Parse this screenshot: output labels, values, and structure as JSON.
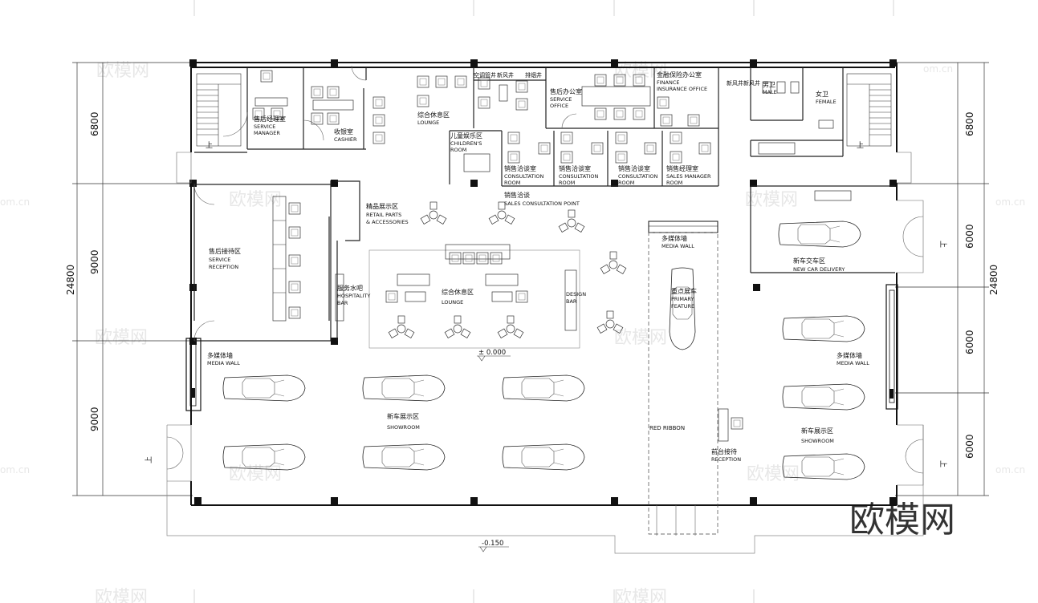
{
  "dimensions": {
    "left_total": "24800",
    "left_top": "6800",
    "left_mid": "9000",
    "left_bottom": "9000",
    "right_total": "24800",
    "right_top": "6800",
    "right_r2": "6000",
    "right_r3": "6000",
    "right_r4": "6000"
  },
  "levels": {
    "floor": "± 0.000",
    "outside": "-0.150"
  },
  "up_marker": "上",
  "rooms": {
    "service_manager": {
      "zh": "售后经理室",
      "en1": "SERVICE",
      "en2": "MANAGER"
    },
    "cashier": {
      "zh": "收银室",
      "en": "CASHIER"
    },
    "lounge_top": {
      "zh": "综合休息区",
      "en": "LOUNGE"
    },
    "equip1": "空调管井",
    "equip2": "新风井",
    "equip3": "排烟井",
    "service_office": {
      "zh": "售后办公室",
      "en1": "SERVICE",
      "en2": "OFFICE"
    },
    "finance": {
      "zh": "金融保险办公室",
      "en1": "FINANCE",
      "en2": "INSURANCE OFFICE"
    },
    "equip4": "新风井新风井",
    "male_wc": {
      "zh": "男卫",
      "en": "MALE"
    },
    "female_wc": {
      "zh": "女卫",
      "en": "FEMALE"
    },
    "children": {
      "zh": "儿童娱乐区",
      "en1": "CHILDREN'S",
      "en2": "ROOM"
    },
    "consult1": {
      "zh": "销售洽谈室",
      "en1": "CONSULTATION",
      "en2": "ROOM"
    },
    "consult2": {
      "zh": "销售洽谈室",
      "en1": "CONSULTATION",
      "en2": "ROOM"
    },
    "consult3": {
      "zh": "销售洽谈室",
      "en1": "CONSULTATION",
      "en2": "ROOM"
    },
    "sales_manager": {
      "zh": "销售经理室",
      "en1": "SALES MANAGER",
      "en2": "ROOM"
    },
    "sales_point": {
      "zh": "销售洽谈",
      "en": "SALES CONSULTATION POINT"
    },
    "retail": {
      "zh": "精品展示区",
      "en1": "RETAIL PARTS",
      "en2": "& ACCESSORIES"
    },
    "service_reception": {
      "zh": "售后接待区",
      "en1": "SERVICE",
      "en2": "RECEPTION"
    },
    "hospitality": {
      "zh": "服务水吧",
      "en1": "HOSPITALITY",
      "en2": "BAR"
    },
    "lounge_center": {
      "zh": "综合休息区",
      "en": "LOUNGE"
    },
    "design_bar": {
      "en1": "DESIGN",
      "en2": "BAR"
    },
    "media_wall_left": {
      "zh": "多媒体墙",
      "en": "MEDIA WALL"
    },
    "media_wall_center": {
      "zh": "多媒体墙",
      "en": "MEDIA WALL"
    },
    "media_wall_right": {
      "zh": "多媒体墙",
      "en": "MEDIA WALL"
    },
    "primary_feature": {
      "zh": "重点展车",
      "en1": "PRIMARY",
      "en2": "FEATURE"
    },
    "new_car_delivery": {
      "zh": "新车交车区",
      "en": "NEW CAR DELIVERY"
    },
    "showroom_left": {
      "zh": "新车展示区",
      "en": "SHOWROOM"
    },
    "showroom_right": {
      "zh": "新车展示区",
      "en": "SHOWROOM"
    },
    "red_ribbon": {
      "en": "RED RIBBON"
    },
    "reception": {
      "zh": "前台接待",
      "en": "RECEPTION"
    }
  },
  "watermark": {
    "brand": "欧模网",
    "site": "om.cn"
  }
}
